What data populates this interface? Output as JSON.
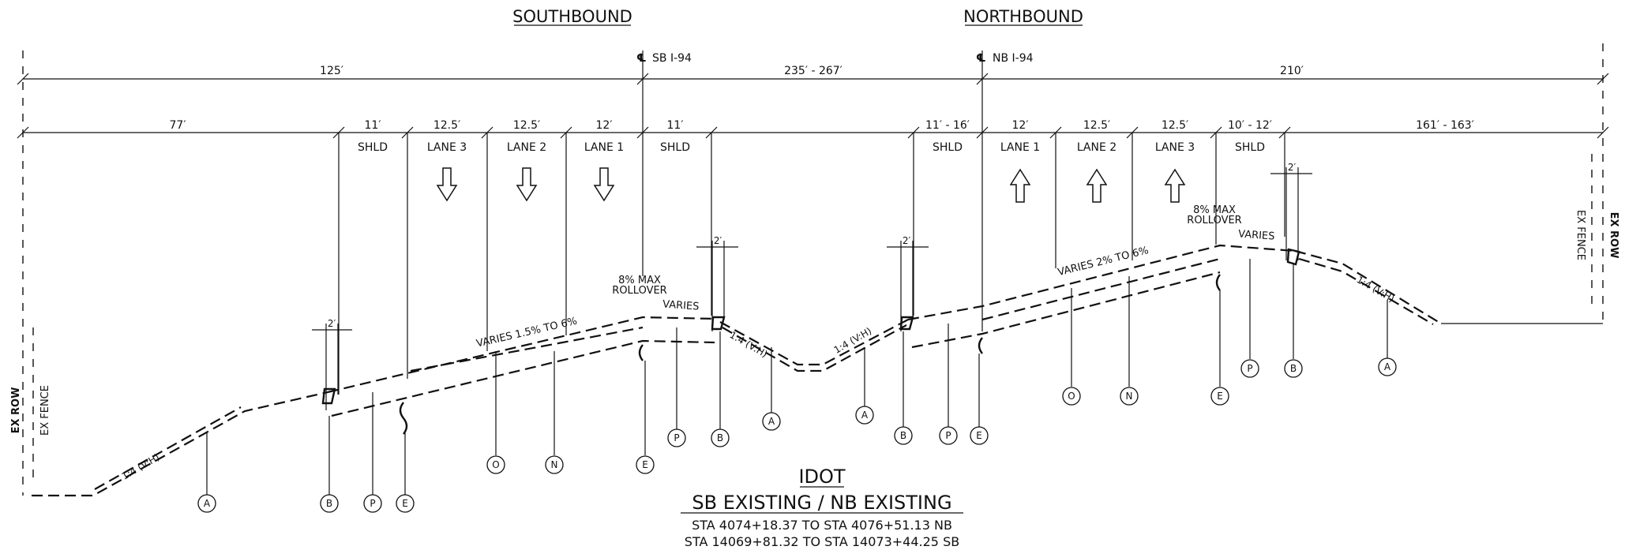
{
  "headings": {
    "southbound": "SOUTHBOUND",
    "northbound": "NORTHBOUND"
  },
  "centerlines": {
    "sb": "SB I-94",
    "nb": "NB I-94"
  },
  "overall_dims": {
    "left": "125′",
    "median": "235′ - 267′",
    "right": "210′"
  },
  "lane_dims": {
    "sb_outer": "77′",
    "sb_shld": "11′",
    "sb_lane3": "12.5′",
    "sb_lane2": "12.5′",
    "sb_lane1": "12′",
    "sb_inner_shld": "11′",
    "nb_inner_shld": "11′ - 16′",
    "nb_lane1": "12′",
    "nb_lane2": "12.5′",
    "nb_lane3": "12.5′",
    "nb_shld": "10′ - 12′",
    "nb_outer": "161′ - 163′"
  },
  "lane_labels": {
    "sb_shld": "SHLD",
    "sb_lane3": "LANE 3",
    "sb_lane2": "LANE 2",
    "sb_lane1": "LANE 1",
    "sb_inner_shld": "SHLD",
    "nb_inner_shld": "SHLD",
    "nb_lane1": "LANE 1",
    "nb_lane2": "LANE 2",
    "nb_lane3": "LANE 3",
    "nb_shld": "SHLD"
  },
  "small_dims": {
    "two_ft": "2′"
  },
  "notes": {
    "sb_max_1": "8% MAX",
    "sb_max_2": "ROLLOVER",
    "sb_varies": "VARIES",
    "sb_slope": "VARIES 1.5% TO 6%",
    "nb_max_1": "8% MAX",
    "nb_max_2": "ROLLOVER",
    "nb_varies": "VARIES",
    "nb_slope": "VARIES 2% TO 6%",
    "side_slope": "1:4 (V:H)"
  },
  "row_labels": {
    "ex_row": "EX ROW",
    "ex_fence": "EX FENCE"
  },
  "callout_letters": {
    "A": "A",
    "B": "B",
    "P": "P",
    "E": "E",
    "O": "O",
    "N": "N"
  },
  "title_block": {
    "agency": "IDOT",
    "subtitle": "SB EXISTING / NB EXISTING",
    "sta_line_1": "STA 4074+18.37 TO STA 4076+51.13 NB",
    "sta_line_2": "STA 14069+81.32 TO STA 14073+44.25 SB"
  }
}
